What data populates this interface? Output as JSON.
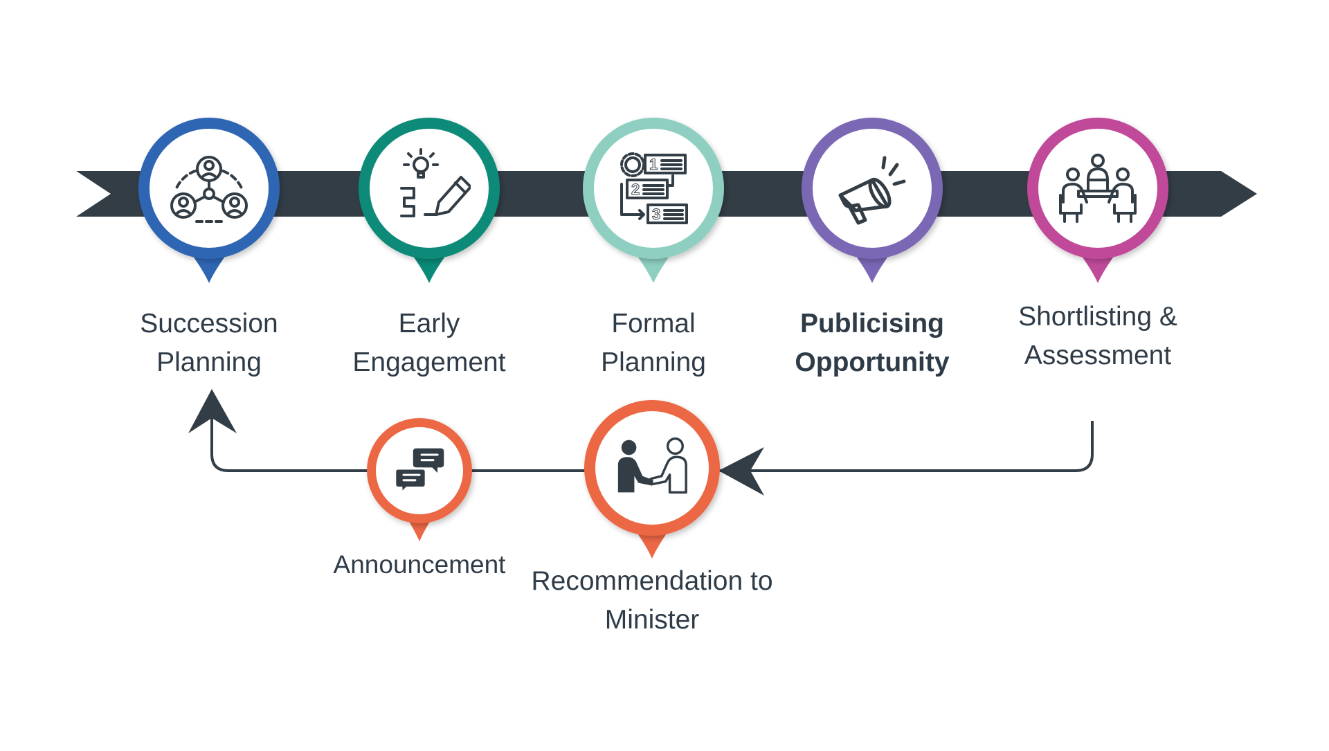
{
  "colors": {
    "band": "#333d46",
    "arrow": "#333d46",
    "icon": "#333d46",
    "succession": "#2e66b3",
    "early": "#0a8a78",
    "formal": "#8ecfc1",
    "publicising": "#7a67b5",
    "shortlisting": "#c04a9a",
    "announcement": "#ec6745",
    "recommendation": "#ec6745"
  },
  "steps": [
    {
      "id": "succession",
      "icon": "network-people-icon",
      "lines": [
        "Succession",
        "Planning"
      ],
      "bold": false
    },
    {
      "id": "early",
      "icon": "idea-pencil-icon",
      "lines": [
        "Early",
        "Engagement"
      ],
      "bold": false
    },
    {
      "id": "formal",
      "icon": "numbered-list-icon",
      "lines": [
        "Formal",
        "Planning"
      ],
      "bold": false
    },
    {
      "id": "publicising",
      "icon": "megaphone-icon",
      "lines": [
        "Publicising",
        "Opportunity"
      ],
      "bold": true
    },
    {
      "id": "shortlisting",
      "icon": "meeting-icon",
      "lines": [
        "Shortlisting &",
        "Assessment"
      ],
      "bold": false
    },
    {
      "id": "recommendation",
      "icon": "handshake-icon",
      "lines": [
        "Recommendation to",
        "Minister"
      ],
      "bold": false
    },
    {
      "id": "announcement",
      "icon": "chat-bubbles-icon",
      "lines": [
        "Announcement"
      ],
      "bold": false
    }
  ]
}
